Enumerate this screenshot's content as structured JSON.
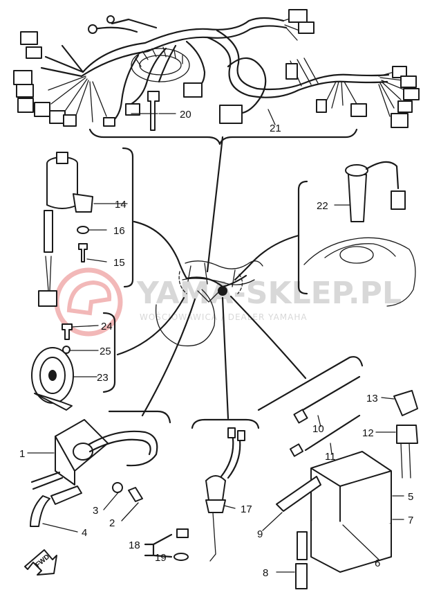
{
  "watermark": {
    "brand": "YAMA-SKLEP.PL",
    "tagline": "WOŚCIOWAWICA / DEALER YAMAHA"
  },
  "orientation_label": "FWD",
  "callouts": {
    "c1": "1",
    "c2": "2",
    "c3": "3",
    "c4": "4",
    "c5": "5",
    "c6": "6",
    "c7": "7",
    "c8": "8",
    "c9": "9",
    "c10": "10",
    "c11": "11",
    "c12": "12",
    "c13": "13",
    "c14": "14",
    "c15": "15",
    "c16": "16",
    "c17": "17",
    "c18": "18",
    "c19": "19",
    "c20": "20",
    "c21": "21",
    "c22": "22",
    "c23": "23",
    "c24": "24",
    "c25": "25"
  },
  "colors": {
    "ink": "#1a1a1a",
    "watermark": "#d8d8d8",
    "watermark_logo": "#f2b8b8"
  }
}
